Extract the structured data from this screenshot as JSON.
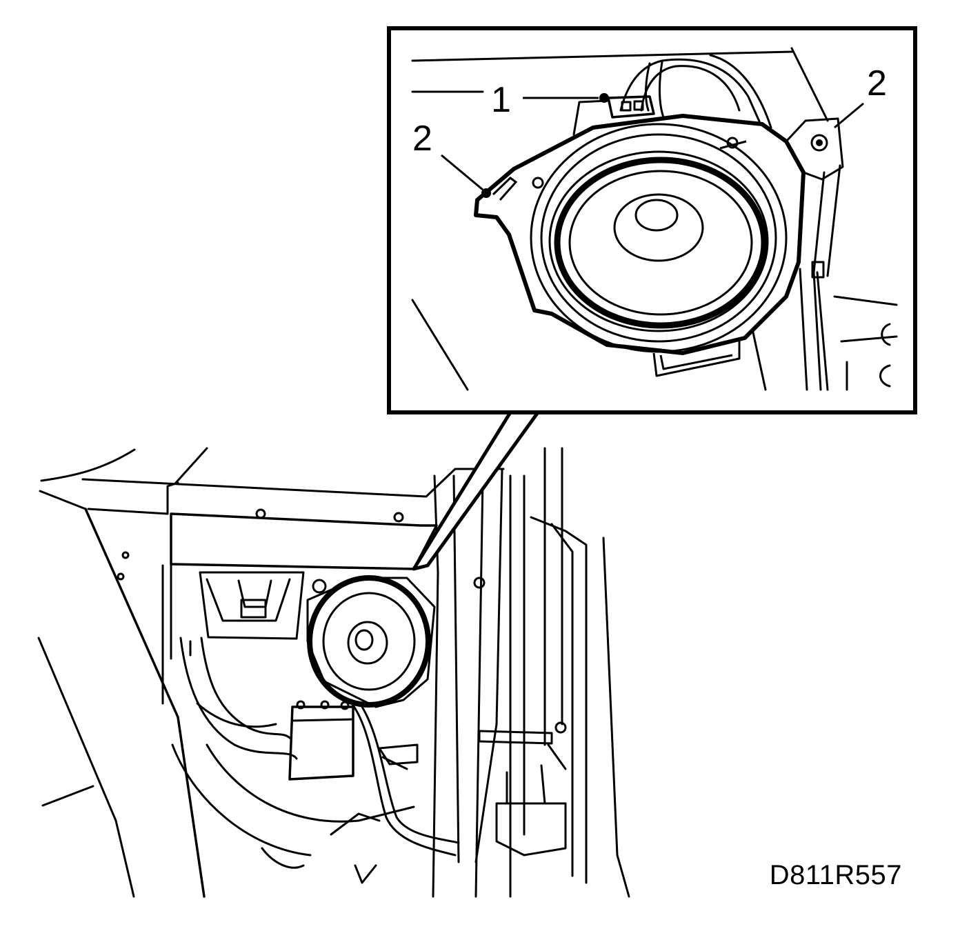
{
  "figure_id": "D811R557",
  "callouts": {
    "connector": "1",
    "screw_left": "2",
    "screw_right": "2"
  },
  "colors": {
    "ink": "#000000",
    "paper": "#ffffff"
  }
}
